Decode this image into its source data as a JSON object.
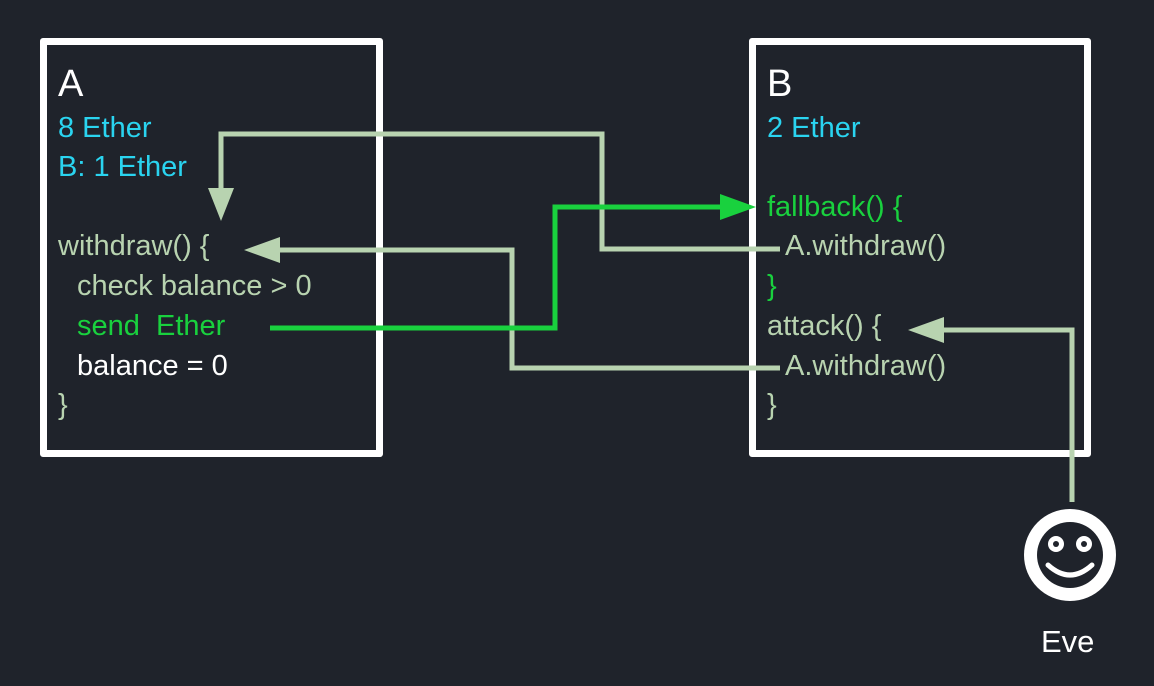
{
  "box_a": {
    "title": "A",
    "balance": "8 Ether",
    "b_balance": "B: 1 Ether",
    "withdraw_open": "withdraw() {",
    "check_line": "check balance > 0",
    "send_line": "send  Ether",
    "reset_line": "balance = 0",
    "close_brace": "}"
  },
  "box_b": {
    "title": "B",
    "balance": "2 Ether",
    "fallback_open": "fallback() {",
    "fallback_call": "A.withdraw()",
    "fallback_close": "}",
    "attack_open": "attack() {",
    "attack_call": "A.withdraw()",
    "attack_close": "}"
  },
  "actor": {
    "name": "Eve",
    "icon": "smiley-face-icon"
  },
  "colors": {
    "background": "#1f232b",
    "box_border": "#ffffff",
    "balance_text": "#2ad4f0",
    "code_text": "#b8d3b0",
    "send_highlight": "#19d13e",
    "arrow_call": "#b8d3b0",
    "arrow_send": "#19d13e"
  }
}
